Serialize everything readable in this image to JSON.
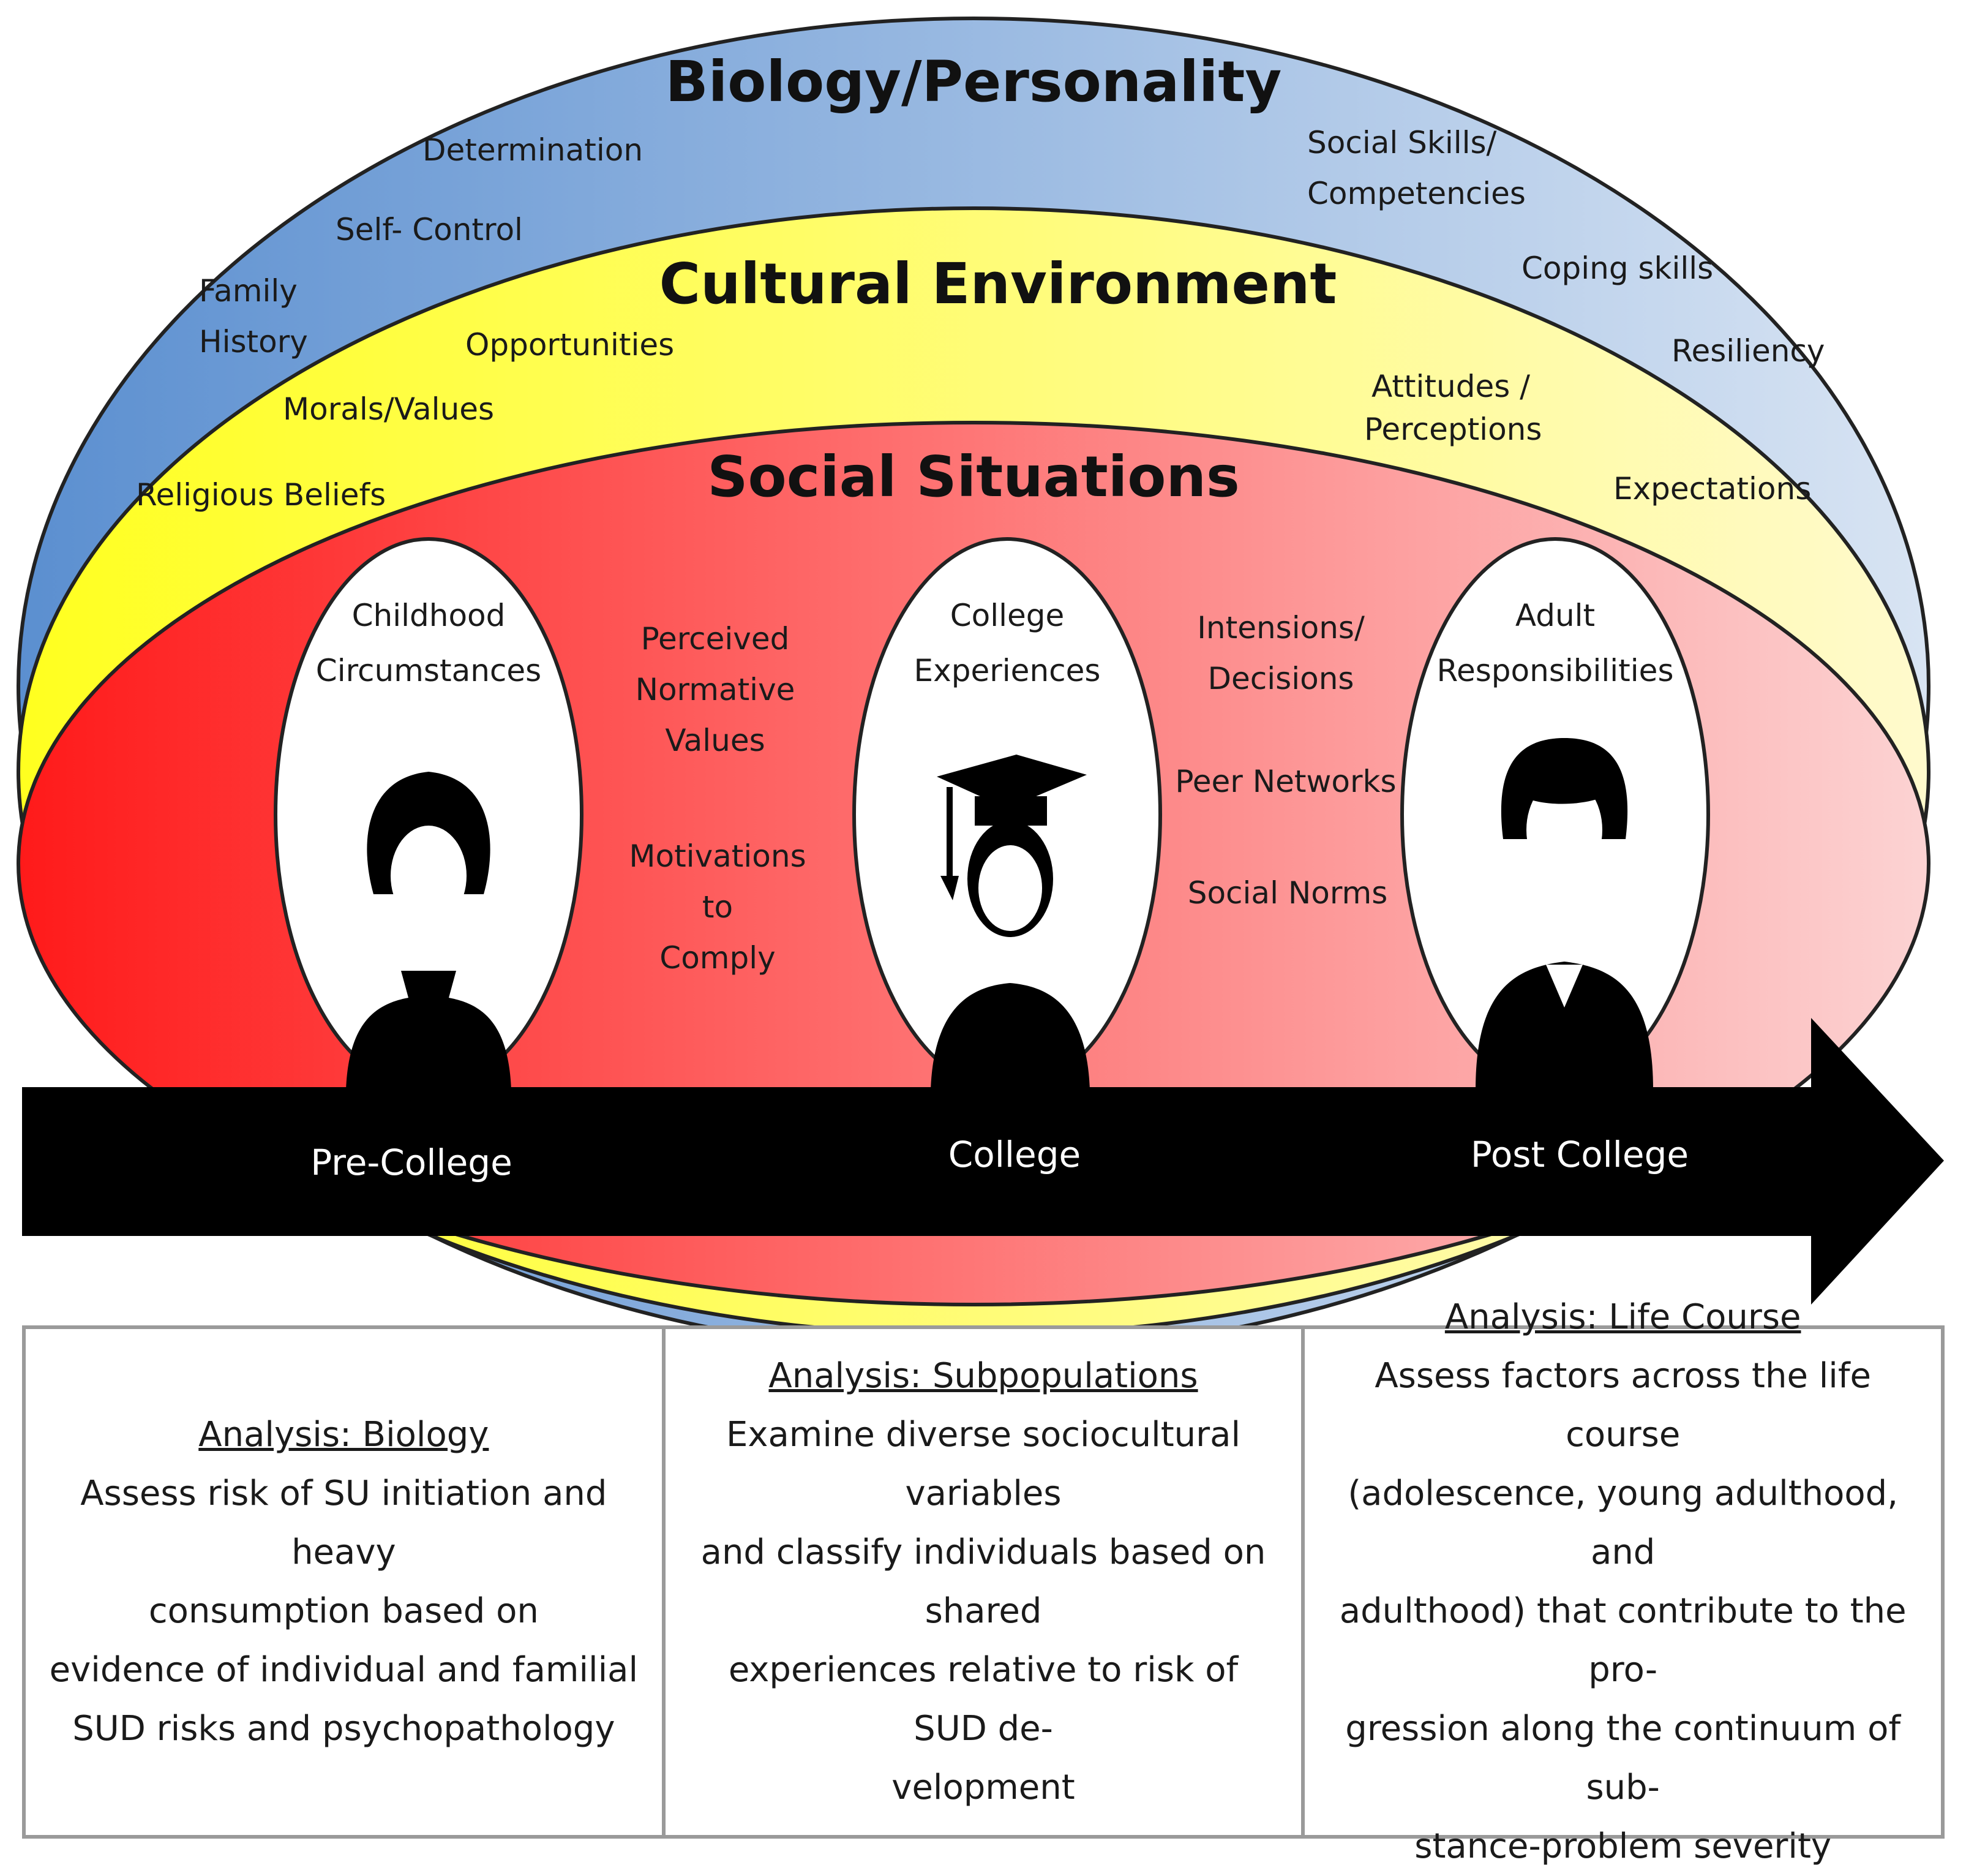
{
  "colors": {
    "biology_blue": "#5b8fd0",
    "biology_light": "#d8e4f3",
    "cultural_yellow": "#ffff1f",
    "cultural_light": "#fffacd",
    "social_red": "#ff1a1a",
    "social_light": "#fcd3d3",
    "timeline": "#000000"
  },
  "layers": {
    "biology": {
      "title": "Biology/Personality",
      "factors": [
        "Determination",
        "Self- Control",
        "Family",
        "History",
        "Social Skills/",
        "Competencies",
        "Coping skills",
        "Resiliency"
      ]
    },
    "cultural": {
      "title": "Cultural Environment",
      "factors": [
        "Opportunities",
        "Morals/Values",
        "Religious Beliefs",
        "Attitudes /",
        "Perceptions",
        "Expectations"
      ]
    },
    "social": {
      "title": "Social Situations",
      "factors": [
        "Perceived",
        "Normative",
        "Values",
        "Motivations",
        "to",
        "Comply",
        "Intensions/",
        "Decisions",
        "Peer Networks",
        "Social Norms"
      ]
    }
  },
  "people": [
    {
      "label_lines": [
        "Childhood",
        "Circumstances"
      ],
      "icon": "girl-silhouette-icon"
    },
    {
      "label_lines": [
        "College",
        "Experiences"
      ],
      "icon": "graduate-silhouette-icon"
    },
    {
      "label_lines": [
        "Adult",
        "Responsibilities"
      ],
      "icon": "woman-silhouette-icon"
    }
  ],
  "timeline": {
    "stages": [
      "Pre-College",
      "College",
      "Post College"
    ]
  },
  "panels": [
    {
      "heading": "Analysis: Biology",
      "lines": [
        "Assess risk of SU initiation and heavy",
        "consumption  based on",
        "evidence of individual and familial",
        "SUD risks and psychopathology"
      ]
    },
    {
      "heading": "Analysis: Subpopulations",
      "lines": [
        "Examine diverse sociocultural variables",
        "and classify individuals based on shared",
        "experiences relative to risk of SUD de-",
        "velopment"
      ]
    },
    {
      "heading": "Analysis: Life Course",
      "lines": [
        "Assess factors across the life course",
        "(adolescence, young adulthood, and",
        "adulthood) that contribute to the pro-",
        "gression along the continuum of sub-",
        "stance-problem severity"
      ]
    }
  ]
}
